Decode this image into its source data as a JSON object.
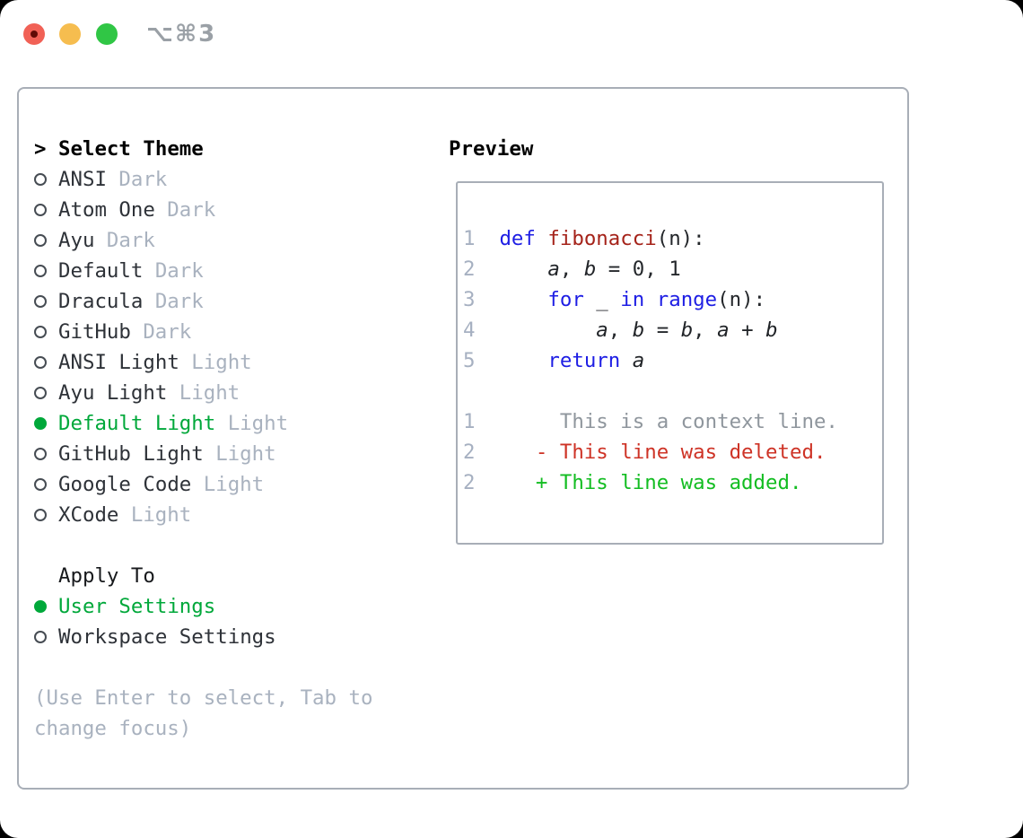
{
  "titlebar": {
    "shortcut": "⌥⌘3"
  },
  "colors": {
    "accent_green": "#00a83a",
    "diff_added_green": "#13bd22",
    "diff_deleted_red": "#ce3326",
    "keyword_blue": "#1e1ee4",
    "function_red": "#a5231a",
    "muted_gray": "#a9b2bf"
  },
  "theme_panel": {
    "prompt": ">",
    "header": "Select Theme",
    "themes": [
      {
        "name": "ANSI",
        "tag": "Dark",
        "selected": false
      },
      {
        "name": "Atom One",
        "tag": "Dark",
        "selected": false
      },
      {
        "name": "Ayu",
        "tag": "Dark",
        "selected": false
      },
      {
        "name": "Default",
        "tag": "Dark",
        "selected": false
      },
      {
        "name": "Dracula",
        "tag": "Dark",
        "selected": false
      },
      {
        "name": "GitHub",
        "tag": "Dark",
        "selected": false
      },
      {
        "name": "ANSI Light",
        "tag": "Light",
        "selected": false
      },
      {
        "name": "Ayu Light",
        "tag": "Light",
        "selected": false
      },
      {
        "name": "Default Light",
        "tag": "Light",
        "selected": true
      },
      {
        "name": "GitHub Light",
        "tag": "Light",
        "selected": false
      },
      {
        "name": "Google Code",
        "tag": "Light",
        "selected": false
      },
      {
        "name": "XCode",
        "tag": "Light",
        "selected": false
      }
    ],
    "apply_to": {
      "header": "Apply To",
      "options": [
        {
          "label": "User Settings",
          "selected": true
        },
        {
          "label": "Workspace Settings",
          "selected": false
        }
      ]
    },
    "help_line1": "(Use Enter to select, Tab to",
    "help_line2": "change focus)"
  },
  "preview": {
    "heading": "Preview",
    "lines": [
      {
        "num": "1",
        "tokens": [
          {
            "text": "  ",
            "type": "pl"
          },
          {
            "text": "def",
            "type": "kw"
          },
          {
            "text": " ",
            "type": "pl"
          },
          {
            "text": "fibonacci",
            "type": "fn"
          },
          {
            "text": "(n):",
            "type": "pl"
          }
        ]
      },
      {
        "num": "2",
        "tokens": [
          {
            "text": "      ",
            "type": "pl"
          },
          {
            "text": "a",
            "type": "var"
          },
          {
            "text": ", ",
            "type": "pl"
          },
          {
            "text": "b",
            "type": "var"
          },
          {
            "text": " = 0, 1",
            "type": "pl"
          }
        ]
      },
      {
        "num": "3",
        "tokens": [
          {
            "text": "      ",
            "type": "pl"
          },
          {
            "text": "for",
            "type": "kw"
          },
          {
            "text": " _ ",
            "type": "pl"
          },
          {
            "text": "in",
            "type": "kw"
          },
          {
            "text": " ",
            "type": "pl"
          },
          {
            "text": "range",
            "type": "kw"
          },
          {
            "text": "(n):",
            "type": "pl"
          }
        ]
      },
      {
        "num": "4",
        "tokens": [
          {
            "text": "          ",
            "type": "pl"
          },
          {
            "text": "a",
            "type": "var"
          },
          {
            "text": ", ",
            "type": "pl"
          },
          {
            "text": "b",
            "type": "var"
          },
          {
            "text": " = ",
            "type": "pl"
          },
          {
            "text": "b",
            "type": "var"
          },
          {
            "text": ", ",
            "type": "pl"
          },
          {
            "text": "a",
            "type": "var"
          },
          {
            "text": " + ",
            "type": "pl"
          },
          {
            "text": "b",
            "type": "var"
          }
        ]
      },
      {
        "num": "5",
        "tokens": [
          {
            "text": "      ",
            "type": "pl"
          },
          {
            "text": "return",
            "type": "kw"
          },
          {
            "text": " ",
            "type": "pl"
          },
          {
            "text": "a",
            "type": "var"
          }
        ]
      },
      {
        "num": "",
        "tokens": []
      },
      {
        "num": "1",
        "tokens": [
          {
            "text": "       ",
            "type": "pl"
          },
          {
            "text": "This is a context line.",
            "type": "ctx"
          }
        ]
      },
      {
        "num": "2",
        "tokens": [
          {
            "text": "     ",
            "type": "pl"
          },
          {
            "text": "- This line was deleted.",
            "type": "del"
          }
        ]
      },
      {
        "num": "2",
        "tokens": [
          {
            "text": "     ",
            "type": "pl"
          },
          {
            "text": "+ This line was added.",
            "type": "add"
          }
        ]
      }
    ]
  }
}
